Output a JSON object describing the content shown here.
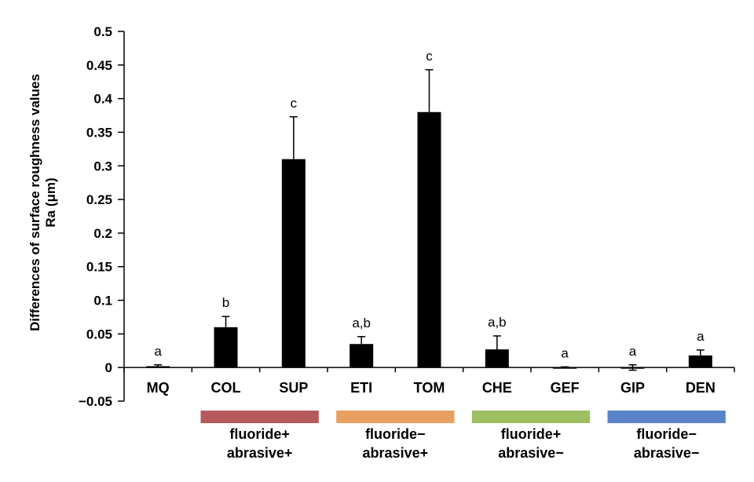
{
  "chart_data": {
    "type": "bar",
    "ylabel_line1": "Differences of surface roughness values",
    "ylabel_line2": "Ra (μm)",
    "ylim": [
      -0.05,
      0.5
    ],
    "yticks": [
      -0.05,
      0,
      0.05,
      0.1,
      0.15,
      0.2,
      0.25,
      0.3,
      0.35,
      0.4,
      0.45,
      0.5
    ],
    "ytick_labels": [
      "−0.05",
      "0",
      "0.05",
      "0.1",
      "0.15",
      "0.2",
      "0.25",
      "0.3",
      "0.35",
      "0.4",
      "0.45",
      "0.5"
    ],
    "categories": [
      "MQ",
      "COL",
      "SUP",
      "ETI",
      "TOM",
      "CHE",
      "GEF",
      "GIP",
      "DEN"
    ],
    "values": [
      0.002,
      0.06,
      0.31,
      0.035,
      0.38,
      0.027,
      -0.001,
      0.0,
      0.018
    ],
    "errors": [
      0.002,
      0.016,
      0.063,
      0.011,
      0.063,
      0.02,
      0.002,
      0.004,
      0.008
    ],
    "significance": [
      "a",
      "b",
      "c",
      "a,b",
      "c",
      "a,b",
      "a",
      "a",
      "a"
    ],
    "bar_color": "#000000",
    "groups": [
      {
        "line1": "fluoride+",
        "line2": "abrasive+",
        "color": "#b5595b",
        "from": 1,
        "to": 2
      },
      {
        "line1": "fluoride−",
        "line2": "abrasive+",
        "color": "#e8a060",
        "from": 3,
        "to": 4
      },
      {
        "line1": "fluoride+",
        "line2": "abrasive−",
        "color": "#9dbf61",
        "from": 5,
        "to": 6
      },
      {
        "line1": "fluoride−",
        "line2": "abrasive−",
        "color": "#5b84c8",
        "from": 7,
        "to": 8
      }
    ]
  }
}
